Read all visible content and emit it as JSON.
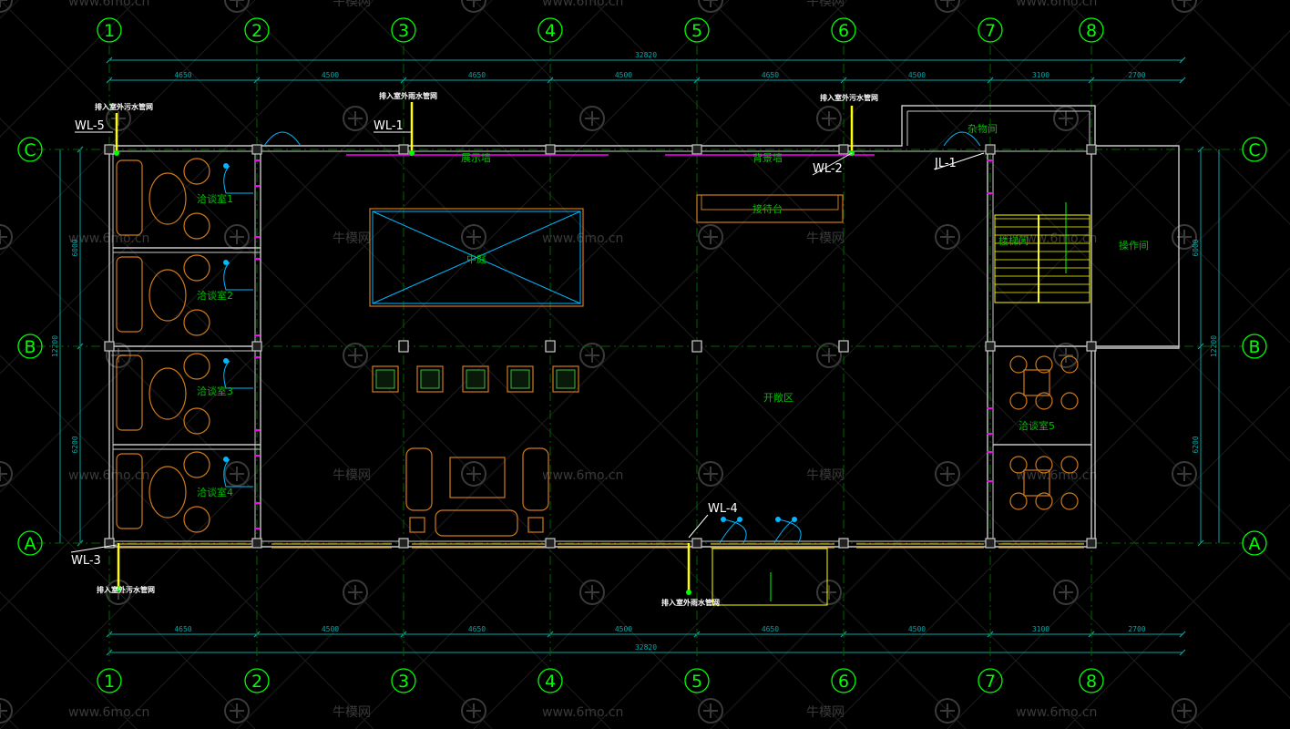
{
  "colors": {
    "grid_line": "#00ff00",
    "dimension": "#00a8a8",
    "wall": "#c8c8c8",
    "room_label": "#00c000",
    "pipe": "#ffff00",
    "magenta": "#ff00ff",
    "furniture": "#d07a1a",
    "cyan": "#00b8ff",
    "watermark": "#3a3a3a"
  },
  "grid_columns": [
    "1",
    "2",
    "3",
    "4",
    "5",
    "6",
    "7",
    "8"
  ],
  "grid_rows": [
    "C",
    "B",
    "A"
  ],
  "dimensions": {
    "top_segments": [
      "4650",
      "4500",
      "4650",
      "4500",
      "4650",
      "4500",
      "3100",
      "2700"
    ],
    "top_total": "32820",
    "bottom_segments": [
      "4650",
      "4500",
      "4650",
      "4500",
      "4650",
      "4500",
      "3100",
      "2700"
    ],
    "bottom_total": "32820",
    "left_segments": [
      "6000",
      "6200"
    ],
    "left_total": "12200",
    "right_segments": [
      "6000",
      "6200"
    ],
    "right_total": "12200"
  },
  "rooms": {
    "meeting_1": "洽谈室1",
    "meeting_2": "洽谈室2",
    "meeting_3": "洽谈室3",
    "meeting_4": "洽谈室4",
    "meeting_5": "洽谈室5",
    "storage": "杂物间",
    "operation": "操作间",
    "stair_label": "楼梯间",
    "open_area": "开敞区",
    "reception": "接待台",
    "atrium": "中庭",
    "display_wall_1": "展示墙",
    "display_wall_2": "背景墙"
  },
  "pipes": {
    "wl1": "WL-1",
    "wl2": "WL-2",
    "wl3": "WL-3",
    "wl4": "WL-4",
    "wl5": "WL-5",
    "jl1": "JL-1"
  },
  "notes": {
    "sewage_out": "排入室外污水管网",
    "rain_out": "排入室外雨水管网"
  },
  "watermarks": {
    "site": "www.6mo.cn",
    "brand": "牛模网"
  }
}
